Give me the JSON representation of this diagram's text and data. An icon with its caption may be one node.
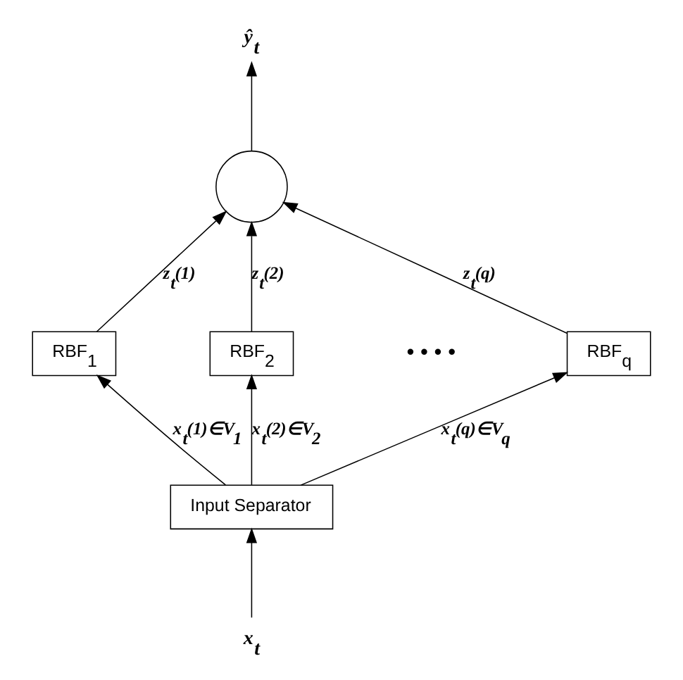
{
  "diagram": {
    "nodes": [
      {
        "text": [
          "ŷ$_{t}$"
        ]
      },
      {
        "text": [],
        "shape": "circle"
      },
      {
        "text": [
          "RBF$_{1}$"
        ]
      },
      {
        "text": [
          "RBF$_{2}$"
        ]
      },
      {
        "text": [
          "RBF$_{q}$"
        ]
      },
      {
        "text": [
          "Input Separator"
        ]
      },
      {
        "text": [
          "x$_{t}$"
        ]
      }
    ],
    "edges": [
      {
        "from": 6,
        "to": 5,
        "arrow": "to"
      },
      {
        "from": 5,
        "to": 2,
        "arrow": "to",
        "label": "x$_{t}$(1)∈V$_{1}$"
      },
      {
        "from": 5,
        "to": 3,
        "arrow": "to",
        "label": "x$_{t}$(2)∈V$_{2}$"
      },
      {
        "from": 5,
        "to": 4,
        "arrow": "to",
        "label": "x$_{t}$(q)∈V$_{q}$"
      },
      {
        "from": 2,
        "to": 1,
        "arrow": "to",
        "label": "z$_{t}$(1)"
      },
      {
        "from": 3,
        "to": 1,
        "arrow": "to",
        "label": "z$_{t}$(2)"
      },
      {
        "from": 4,
        "to": 1,
        "arrow": "to",
        "label": "z$_{t}$(q)"
      },
      {
        "from": 1,
        "to": 0,
        "arrow": "to"
      }
    ],
    "labels": [
      "• • • •"
    ]
  }
}
